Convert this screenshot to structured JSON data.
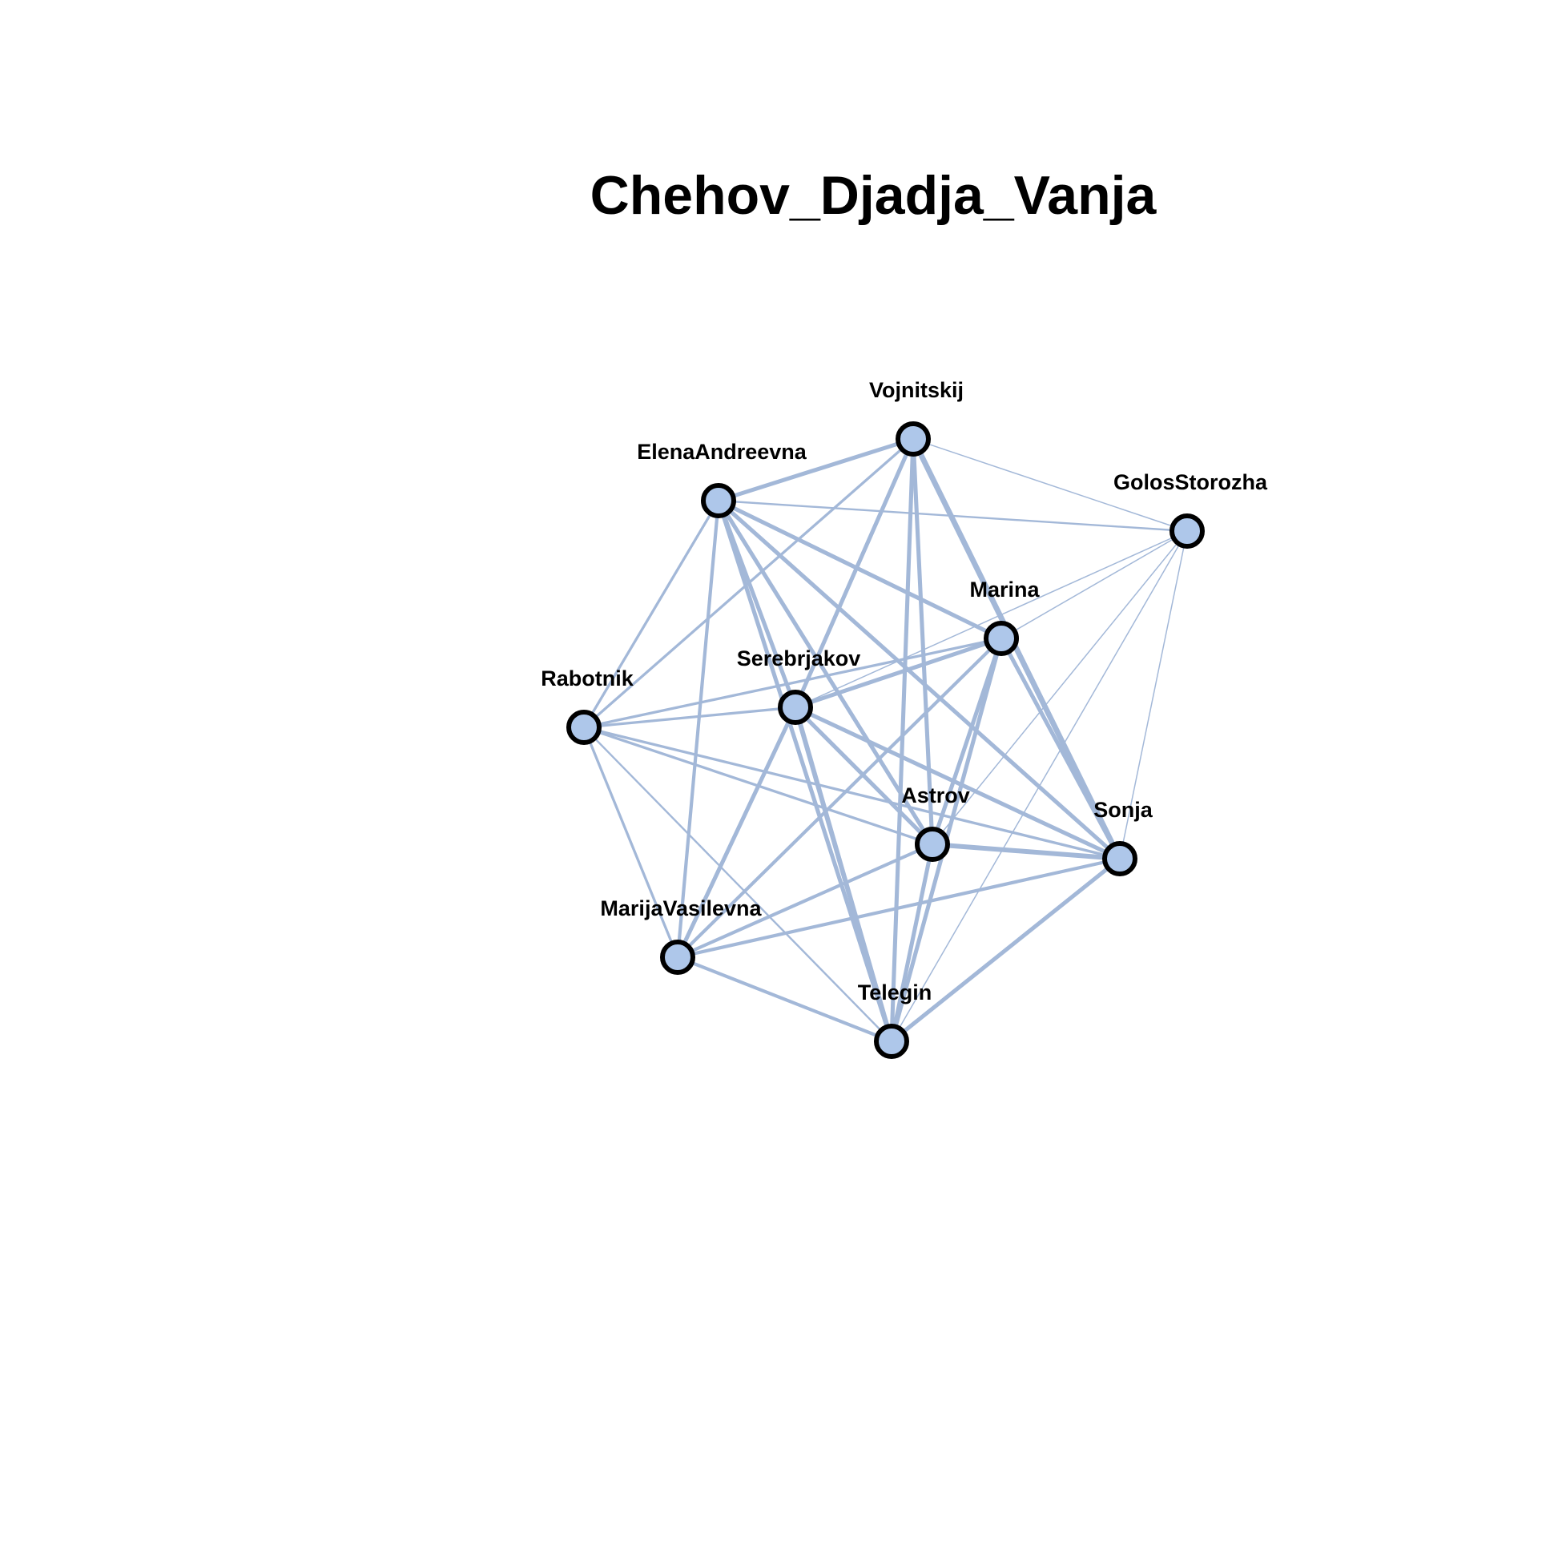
{
  "title": "Chehov_Djadja_Vanja",
  "colors": {
    "edge": "#a3b8d8",
    "node_fill": "#aec7ea",
    "node_stroke": "#000000"
  },
  "nodes": [
    {
      "id": "Vojnitskij",
      "label": "Vojnitskij"
    },
    {
      "id": "ElenaAndreevna",
      "label": "ElenaAndreevna"
    },
    {
      "id": "GolosStorozha",
      "label": "GolosStorozha"
    },
    {
      "id": "Marina",
      "label": "Marina"
    },
    {
      "id": "Serebrjakov",
      "label": "Serebrjakov"
    },
    {
      "id": "Rabotnik",
      "label": "Rabotnik"
    },
    {
      "id": "Astrov",
      "label": "Astrov"
    },
    {
      "id": "Sonja",
      "label": "Sonja"
    },
    {
      "id": "MarijaVasilevna",
      "label": "MarijaVasilevna"
    },
    {
      "id": "Telegin",
      "label": "Telegin"
    }
  ],
  "edges": [
    {
      "source": "Vojnitskij",
      "target": "ElenaAndreevna",
      "weight": 5
    },
    {
      "source": "Vojnitskij",
      "target": "GolosStorozha",
      "weight": 1
    },
    {
      "source": "Vojnitskij",
      "target": "Rabotnik",
      "weight": 3
    },
    {
      "source": "Vojnitskij",
      "target": "Serebrjakov",
      "weight": 5
    },
    {
      "source": "Vojnitskij",
      "target": "Astrov",
      "weight": 5
    },
    {
      "source": "Vojnitskij",
      "target": "Sonja",
      "weight": 7
    },
    {
      "source": "Vojnitskij",
      "target": "Telegin",
      "weight": 5
    },
    {
      "source": "ElenaAndreevna",
      "target": "GolosStorozha",
      "weight": 2
    },
    {
      "source": "ElenaAndreevna",
      "target": "Rabotnik",
      "weight": 3
    },
    {
      "source": "ElenaAndreevna",
      "target": "Marina",
      "weight": 5
    },
    {
      "source": "ElenaAndreevna",
      "target": "Serebrjakov",
      "weight": 5
    },
    {
      "source": "ElenaAndreevna",
      "target": "Astrov",
      "weight": 5
    },
    {
      "source": "ElenaAndreevna",
      "target": "Sonja",
      "weight": 5
    },
    {
      "source": "ElenaAndreevna",
      "target": "MarijaVasilevna",
      "weight": 4
    },
    {
      "source": "ElenaAndreevna",
      "target": "Telegin",
      "weight": 5
    },
    {
      "source": "GolosStorozha",
      "target": "Marina",
      "weight": 1
    },
    {
      "source": "GolosStorozha",
      "target": "Serebrjakov",
      "weight": 1
    },
    {
      "source": "GolosStorozha",
      "target": "Astrov",
      "weight": 1
    },
    {
      "source": "GolosStorozha",
      "target": "Sonja",
      "weight": 1
    },
    {
      "source": "GolosStorozha",
      "target": "Telegin",
      "weight": 1
    },
    {
      "source": "Marina",
      "target": "Serebrjakov",
      "weight": 5
    },
    {
      "source": "Marina",
      "target": "Rabotnik",
      "weight": 3
    },
    {
      "source": "Marina",
      "target": "Sonja",
      "weight": 5
    },
    {
      "source": "Marina",
      "target": "Astrov",
      "weight": 5
    },
    {
      "source": "Marina",
      "target": "MarijaVasilevna",
      "weight": 4
    },
    {
      "source": "Marina",
      "target": "Telegin",
      "weight": 5
    },
    {
      "source": "Serebrjakov",
      "target": "Rabotnik",
      "weight": 3
    },
    {
      "source": "Serebrjakov",
      "target": "Astrov",
      "weight": 5
    },
    {
      "source": "Serebrjakov",
      "target": "Sonja",
      "weight": 5
    },
    {
      "source": "Serebrjakov",
      "target": "MarijaVasilevna",
      "weight": 5
    },
    {
      "source": "Serebrjakov",
      "target": "Telegin",
      "weight": 6
    },
    {
      "source": "Rabotnik",
      "target": "Astrov",
      "weight": 3
    },
    {
      "source": "Rabotnik",
      "target": "Sonja",
      "weight": 3
    },
    {
      "source": "Rabotnik",
      "target": "MarijaVasilevna",
      "weight": 3
    },
    {
      "source": "Rabotnik",
      "target": "Telegin",
      "weight": 2
    },
    {
      "source": "Astrov",
      "target": "Sonja",
      "weight": 6
    },
    {
      "source": "Astrov",
      "target": "MarijaVasilevna",
      "weight": 4
    },
    {
      "source": "Astrov",
      "target": "Telegin",
      "weight": 5
    },
    {
      "source": "Sonja",
      "target": "MarijaVasilevna",
      "weight": 4
    },
    {
      "source": "Sonja",
      "target": "Telegin",
      "weight": 5
    },
    {
      "source": "MarijaVasilevna",
      "target": "Telegin",
      "weight": 4
    }
  ]
}
